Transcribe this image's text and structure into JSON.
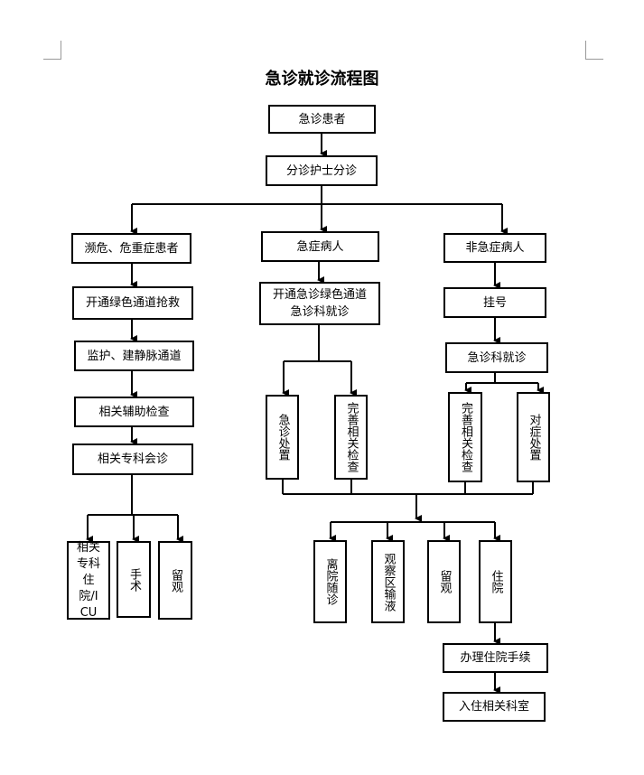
{
  "title": "急诊就诊流程图",
  "nodes": {
    "start": "急诊患者",
    "triage": "分诊护士分诊",
    "critical": "濒危、危重症患者",
    "critical_green": "开通绿色通道抢救",
    "critical_monitor": "监护、建静脉通道",
    "critical_aux": "相关辅助检查",
    "critical_consult": "相关专科会诊",
    "critical_icu": "相关专科住院/ICU",
    "critical_surgery": "手术",
    "critical_observe": "留观",
    "acute": "急症病人",
    "acute_green": "开通急诊绿色通道\n急诊科就诊",
    "acute_treat": "急诊处置",
    "acute_exam": "完善相关检查",
    "nonacute": "非急症病人",
    "register": "挂号",
    "er_visit": "急诊科就诊",
    "nonacute_exam": "完善相关检查",
    "symptomatic": "对症处置",
    "discharge": "离院随诊",
    "observe_infusion": "观察区输液",
    "observe": "留观",
    "hospitalize": "住院",
    "admission": "办理住院手续",
    "ward": "入住相关科室"
  }
}
